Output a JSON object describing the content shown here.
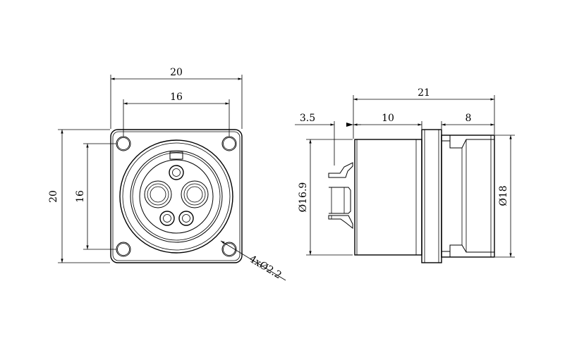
{
  "front_view": {
    "width_outer": "20",
    "width_holes": "16",
    "height_outer": "20",
    "height_holes": "16",
    "holes_callout": "4xØ2.2"
  },
  "side_view": {
    "overall_length": "21",
    "flange_offset": "3.5",
    "body_length": "10",
    "rear_length": "8",
    "body_diameter": "Ø16.9",
    "rear_diameter": "Ø18"
  },
  "colors": {
    "line": "#000000",
    "background": "#ffffff"
  }
}
